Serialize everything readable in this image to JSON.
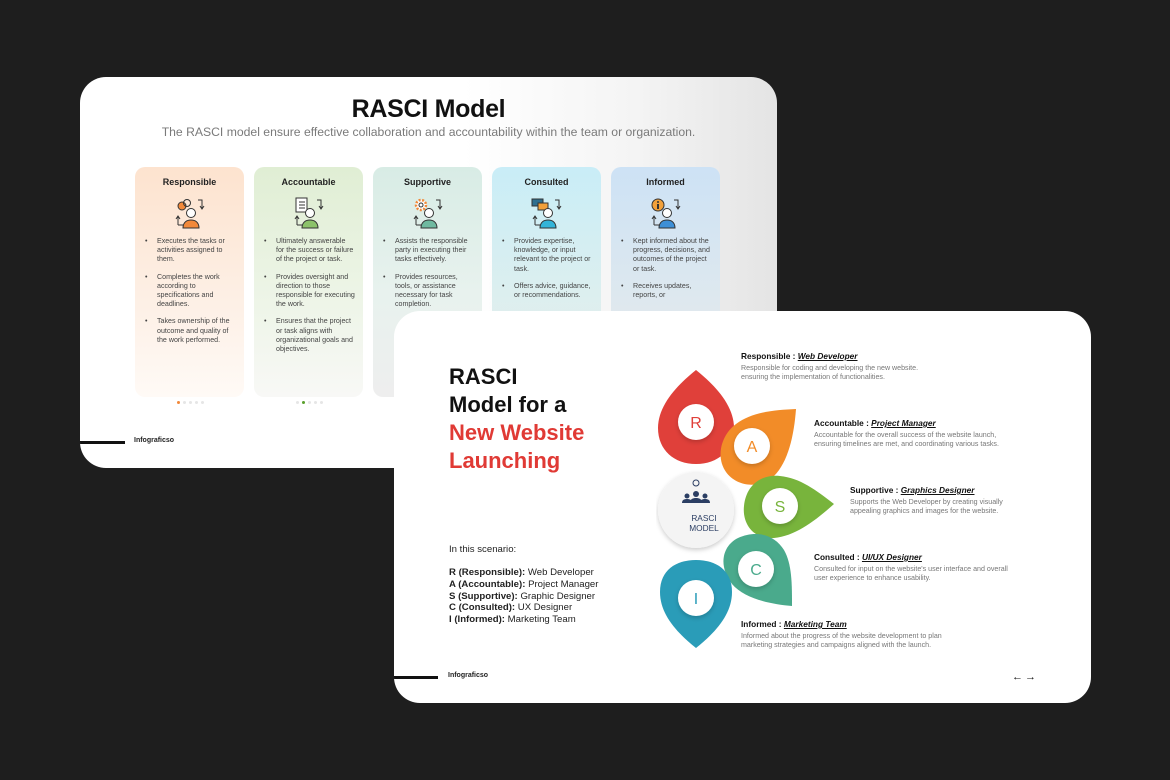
{
  "slide1": {
    "title": "RASCI Model",
    "subtitle": "The RASCI model ensure effective collaboration and accountability within the team or organization.",
    "cards": [
      {
        "title": "Responsible",
        "icon": "person-gear-icon",
        "color": "#f2893a",
        "bg": "#fde6d4",
        "bullets": [
          "Executes the tasks or activities assigned to them.",
          "Completes the work according to specifications and deadlines.",
          "Takes ownership of the outcome and quality of the work performed."
        ]
      },
      {
        "title": "Accountable",
        "icon": "person-checklist-icon",
        "color": "#8cc26a",
        "bg": "#e2efd7",
        "bullets": [
          "Ultimately answerable for the success or failure of the project or task.",
          "Provides oversight and direction to those responsible for executing the work.",
          "Ensures that the project or task aligns with organizational goals and objectives."
        ]
      },
      {
        "title": "Supportive",
        "icon": "person-cog-icon",
        "color": "#5fb49a",
        "bg": "#d9ede6",
        "bullets": [
          "Assists the responsible party in executing their tasks effectively.",
          "Provides resources, tools, or assistance necessary for task completion."
        ]
      },
      {
        "title": "Consulted",
        "icon": "person-chat-icon",
        "color": "#34b4d8",
        "bg": "#cdeef7",
        "bullets": [
          "Provides expertise, knowledge, or input relevant to the project or task.",
          "Offers advice, guidance, or recommendations."
        ]
      },
      {
        "title": "Informed",
        "icon": "person-info-icon",
        "color": "#3d8fd6",
        "bg": "#cfe2f4",
        "bullets": [
          "Kept informed about the progress, decisions, and outcomes of the project or task.",
          "Receives updates, reports, or"
        ]
      }
    ],
    "pager_dots": [
      {
        "active_index": 0,
        "color": "#f2893a"
      },
      {
        "active_index": 1,
        "color": "#5aa02c"
      }
    ],
    "footer_brand": "Infograficso"
  },
  "slide2": {
    "title_line1": "RASCI",
    "title_line2": "Model for a",
    "title_line3": "New Website",
    "title_line4": "Launching",
    "scenario_intro": "In this scenario:",
    "scenario": [
      {
        "label": "R (Responsible):",
        "value": "Web Developer"
      },
      {
        "label": "A (Accountable):",
        "value": "Project Manager"
      },
      {
        "label": "S (Supportive):",
        "value": "Graphic Designer"
      },
      {
        "label": "C (Consulted):",
        "value": "UX Designer"
      },
      {
        "label": "I (Informed):",
        "value": "Marketing Team"
      }
    ],
    "center_label_line1": "RASCI",
    "center_label_line2": "MODEL",
    "petals": [
      {
        "letter": "R",
        "color": "#e0403a"
      },
      {
        "letter": "A",
        "color": "#f28c28"
      },
      {
        "letter": "S",
        "color": "#78b43c"
      },
      {
        "letter": "C",
        "color": "#4aaa8c"
      },
      {
        "letter": "I",
        "color": "#2a9cb8"
      }
    ],
    "entries": [
      {
        "role": "Responsible :",
        "person": "Web Developer",
        "desc": "Responsible for coding and developing the new website. ensuring the implementation of functionalities."
      },
      {
        "role": "Accountable :",
        "person": "Project Manager",
        "desc": "Accountable for the overall success of the website launch, ensuring timelines are met, and coordinating various tasks."
      },
      {
        "role": "Supportive :",
        "person": "Graphics Designer",
        "desc": "Supports the Web Developer by creating visually appealing graphics and images for the website."
      },
      {
        "role": "Consulted :",
        "person": "UI/UX Designer",
        "desc": "Consulted for input on the website's user interface and overall user experience to enhance usability."
      },
      {
        "role": "Informed :",
        "person": "Marketing Team",
        "desc": "Informed about the progress of the website development to plan marketing strategies and campaigns aligned with the launch."
      }
    ],
    "footer_brand": "Infograficso",
    "nav_prev": "←",
    "nav_next": "→"
  }
}
